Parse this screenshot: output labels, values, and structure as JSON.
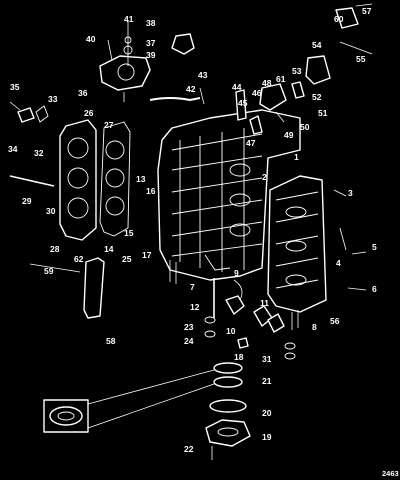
{
  "diagram": {
    "reference_number": "2463",
    "callouts": [
      "1",
      "2",
      "3",
      "4",
      "5",
      "6",
      "7",
      "8",
      "9",
      "10",
      "11",
      "12",
      "13",
      "14",
      "15",
      "16",
      "17",
      "18",
      "19",
      "20",
      "21",
      "22",
      "23",
      "24",
      "25",
      "26",
      "27",
      "28",
      "29",
      "30",
      "31",
      "32",
      "33",
      "34",
      "35",
      "36",
      "37",
      "38",
      "39",
      "40",
      "41",
      "42",
      "43",
      "44",
      "45",
      "46",
      "47",
      "48",
      "49",
      "50",
      "51",
      "52",
      "53",
      "54",
      "55",
      "56",
      "57",
      "58",
      "59",
      "60",
      "61",
      "62"
    ]
  }
}
